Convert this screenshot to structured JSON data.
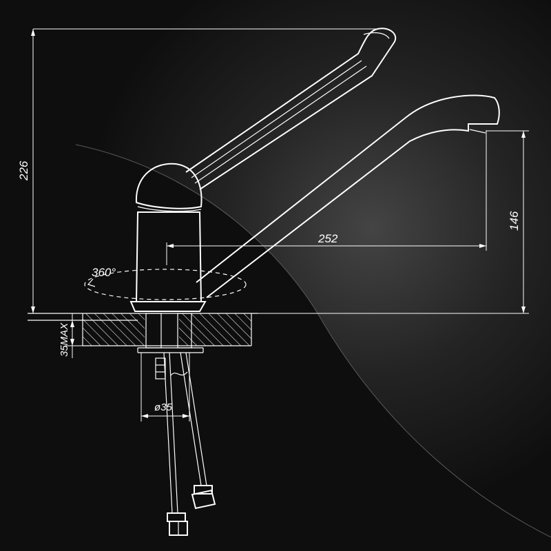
{
  "dimensions": {
    "total_height": "226",
    "spout_height": "146",
    "spout_reach": "252",
    "rotation": "360°",
    "counter_thickness": "35MAX",
    "hole_diameter": "ø35"
  },
  "colors": {
    "background": "#0e0e0e",
    "line": "#ffffff",
    "glow": "#3a3a3a"
  }
}
